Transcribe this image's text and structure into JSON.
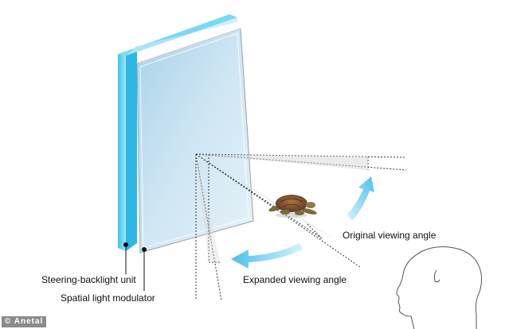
{
  "labels": {
    "steering_backlight": "Steering-backlight unit",
    "spatial_light_modulator": "Spatial light modulator",
    "original_viewing_angle": "Original viewing angle",
    "expanded_viewing_angle": "Expanded viewing angle"
  },
  "credit": "© Anetal",
  "colors": {
    "backlight": "#4fd0ee",
    "modulator": "#bcdff0",
    "arrow": "#5cc6ec",
    "lines": "#333333"
  }
}
